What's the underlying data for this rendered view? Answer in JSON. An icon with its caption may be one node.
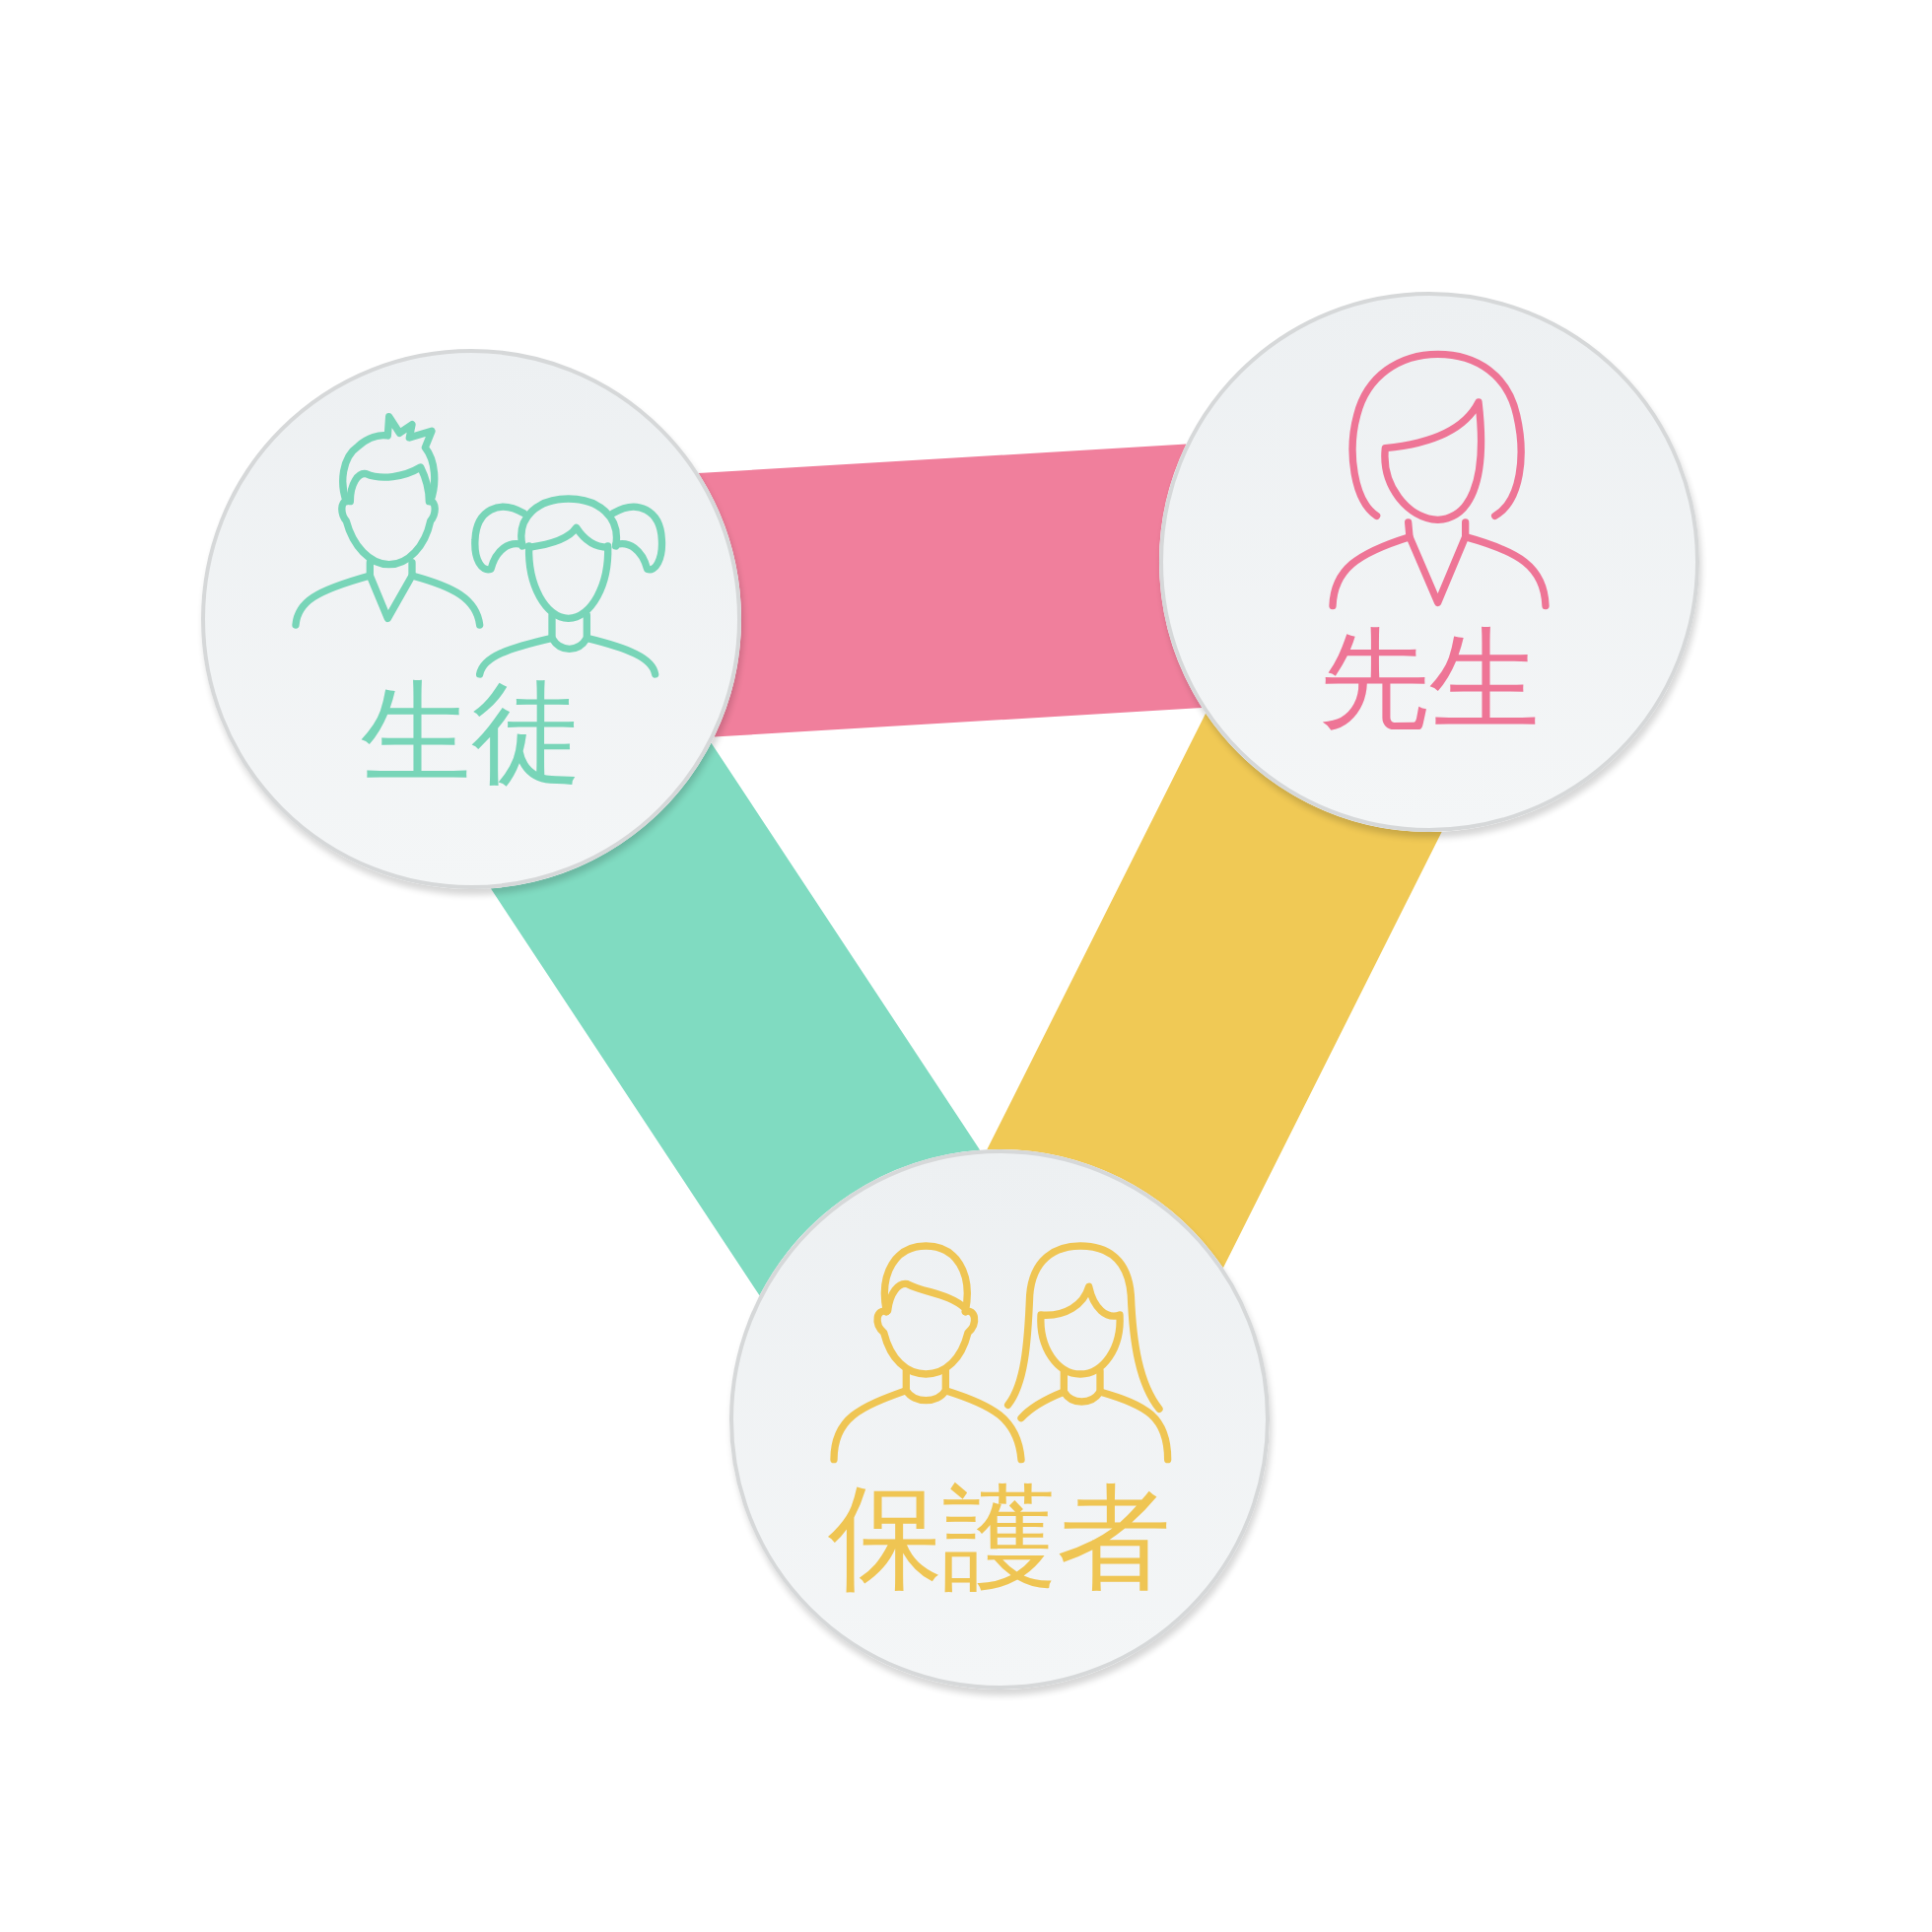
{
  "diagram": {
    "nodes": [
      {
        "text": [
          "生徒"
        ]
      },
      {
        "text": [
          "先生"
        ]
      },
      {
        "text": [
          "保護者"
        ]
      }
    ],
    "edges": [
      {
        "from": 0,
        "to": 1,
        "arrow": "none",
        "color": "#f07f9c"
      },
      {
        "from": 1,
        "to": 2,
        "arrow": "none",
        "color": "#f0c955"
      },
      {
        "from": 0,
        "to": 2,
        "arrow": "none",
        "color": "#80dbc1"
      }
    ]
  }
}
